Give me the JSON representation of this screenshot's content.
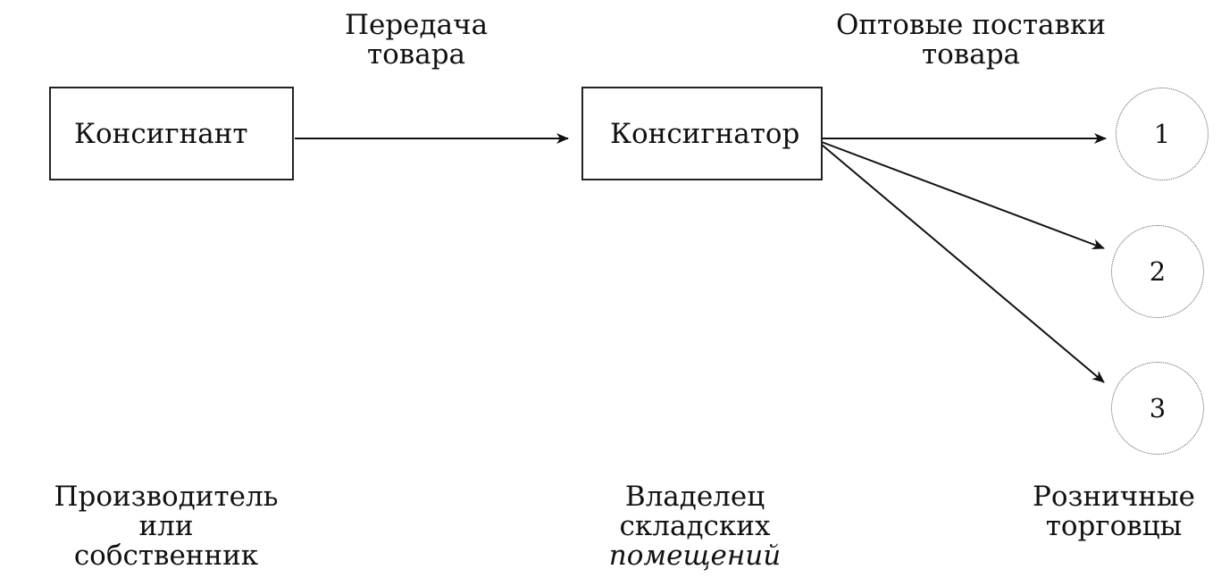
{
  "nodes": {
    "consignor": "Консигнант",
    "consignee": "Консигнатор",
    "retailer_1": "1",
    "retailer_2": "2",
    "retailer_3": "3"
  },
  "edge_labels": {
    "transfer_line1": "Передача",
    "transfer_line2": "товара",
    "wholesale_line1": "Оптовые поставки",
    "wholesale_line2": "товара"
  },
  "captions": {
    "producer_line1": "Производитель",
    "producer_line2": "или",
    "producer_line3": "собственник",
    "owner_line1": "Владелец",
    "owner_line2": "складских",
    "owner_line3": "помещений",
    "retailers_line1": "Розничные",
    "retailers_line2": "торговцы"
  }
}
